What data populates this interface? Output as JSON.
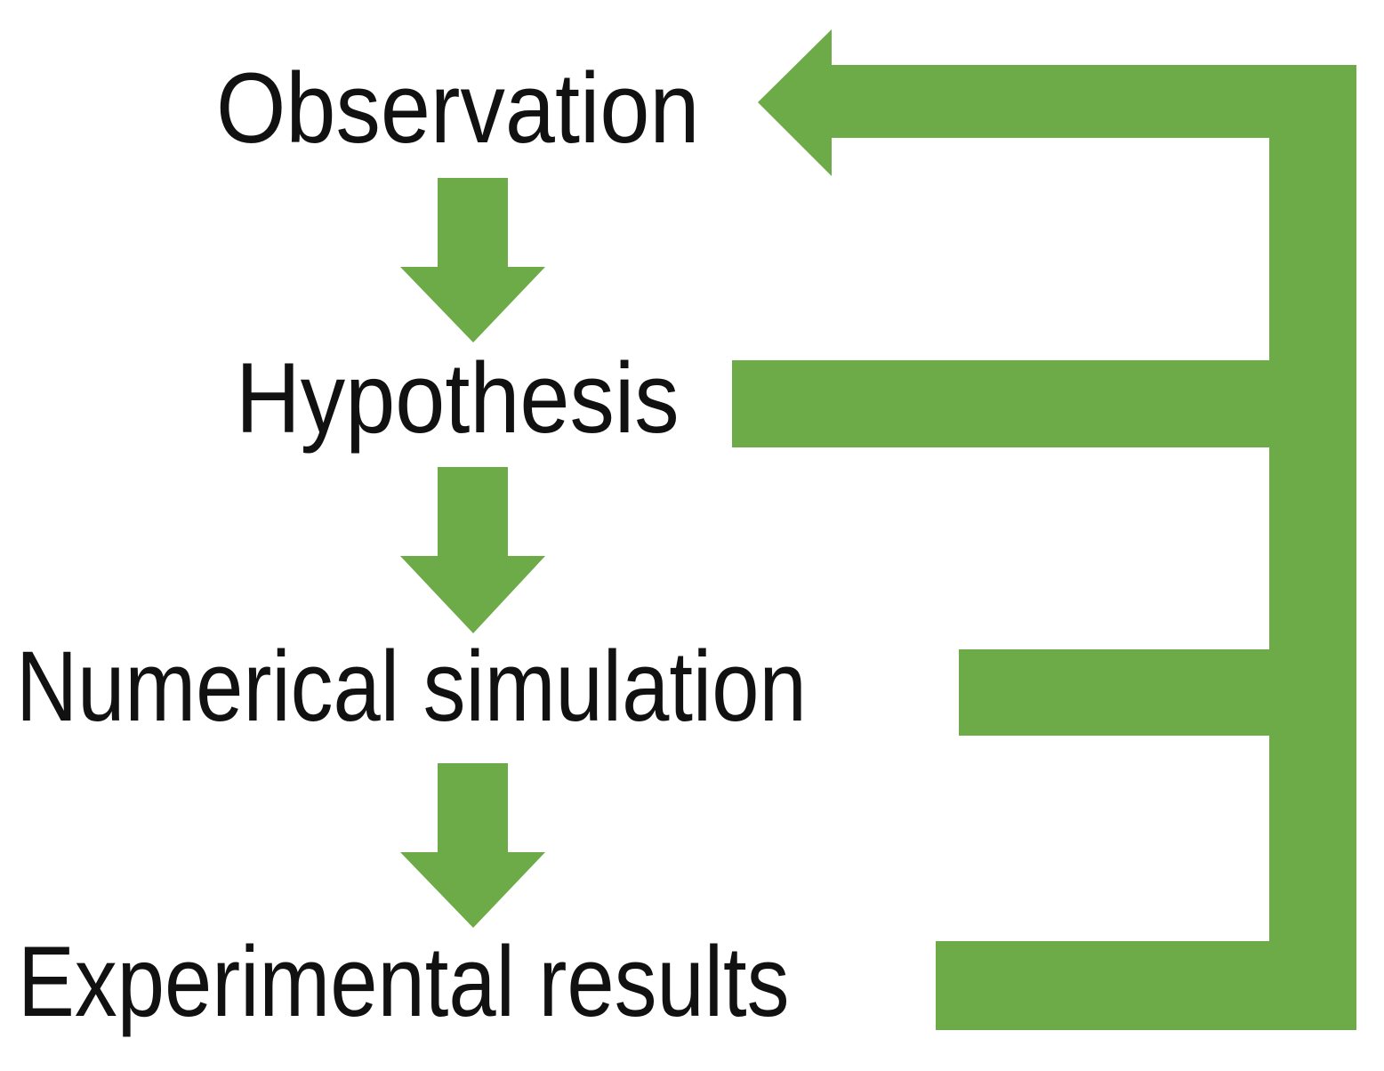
{
  "diagram": {
    "title": "Scientific method cycle flowchart",
    "accent_color": "#6CAB48",
    "text_color": "#111111",
    "background_color": "#FFFFFF",
    "stages": [
      {
        "id": "observation",
        "label": "Observation"
      },
      {
        "id": "hypothesis",
        "label": "Hypothesis"
      },
      {
        "id": "numerical-simulation",
        "label": "Numerical simulation"
      },
      {
        "id": "experimental-results",
        "label": "Experimental results"
      }
    ],
    "connectors": [
      {
        "id": "observation-to-hypothesis",
        "type": "down-arrow",
        "from": "observation",
        "to": "hypothesis"
      },
      {
        "id": "hypothesis-to-numerical-simulation",
        "type": "down-arrow",
        "from": "hypothesis",
        "to": "numerical-simulation"
      },
      {
        "id": "numerical-simulation-to-experimental-results",
        "type": "down-arrow",
        "from": "numerical-simulation",
        "to": "experimental-results"
      },
      {
        "id": "feedback-to-observation",
        "type": "left-arrow",
        "from": "feedback-bus",
        "to": "observation"
      },
      {
        "id": "hypothesis-branch",
        "type": "horizontal-bar",
        "from": "hypothesis",
        "to": "feedback-bus"
      },
      {
        "id": "numerical-simulation-branch",
        "type": "horizontal-bar",
        "from": "numerical-simulation",
        "to": "feedback-bus"
      },
      {
        "id": "experimental-results-branch",
        "type": "horizontal-bar",
        "from": "experimental-results",
        "to": "feedback-bus"
      },
      {
        "id": "feedback-bus",
        "type": "vertical-bar"
      }
    ]
  }
}
